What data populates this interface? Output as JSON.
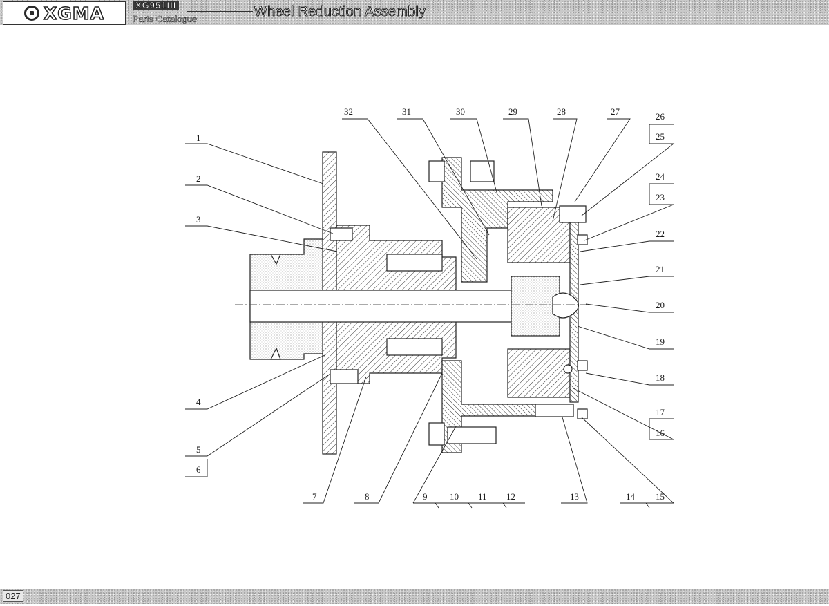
{
  "header": {
    "logo_text": "XGMA",
    "model_code": "XG951III",
    "catalogue_label": "Parts Catalogue",
    "title": "Wheel Reduction Assembly"
  },
  "footer": {
    "page_number": "027"
  },
  "callouts": [
    "1",
    "2",
    "3",
    "4",
    "5",
    "6",
    "7",
    "8",
    "9",
    "10",
    "11",
    "12",
    "13",
    "14",
    "15",
    "16",
    "17",
    "18",
    "19",
    "20",
    "21",
    "22",
    "23",
    "24",
    "25",
    "26",
    "27",
    "28",
    "29",
    "30",
    "31",
    "32"
  ]
}
